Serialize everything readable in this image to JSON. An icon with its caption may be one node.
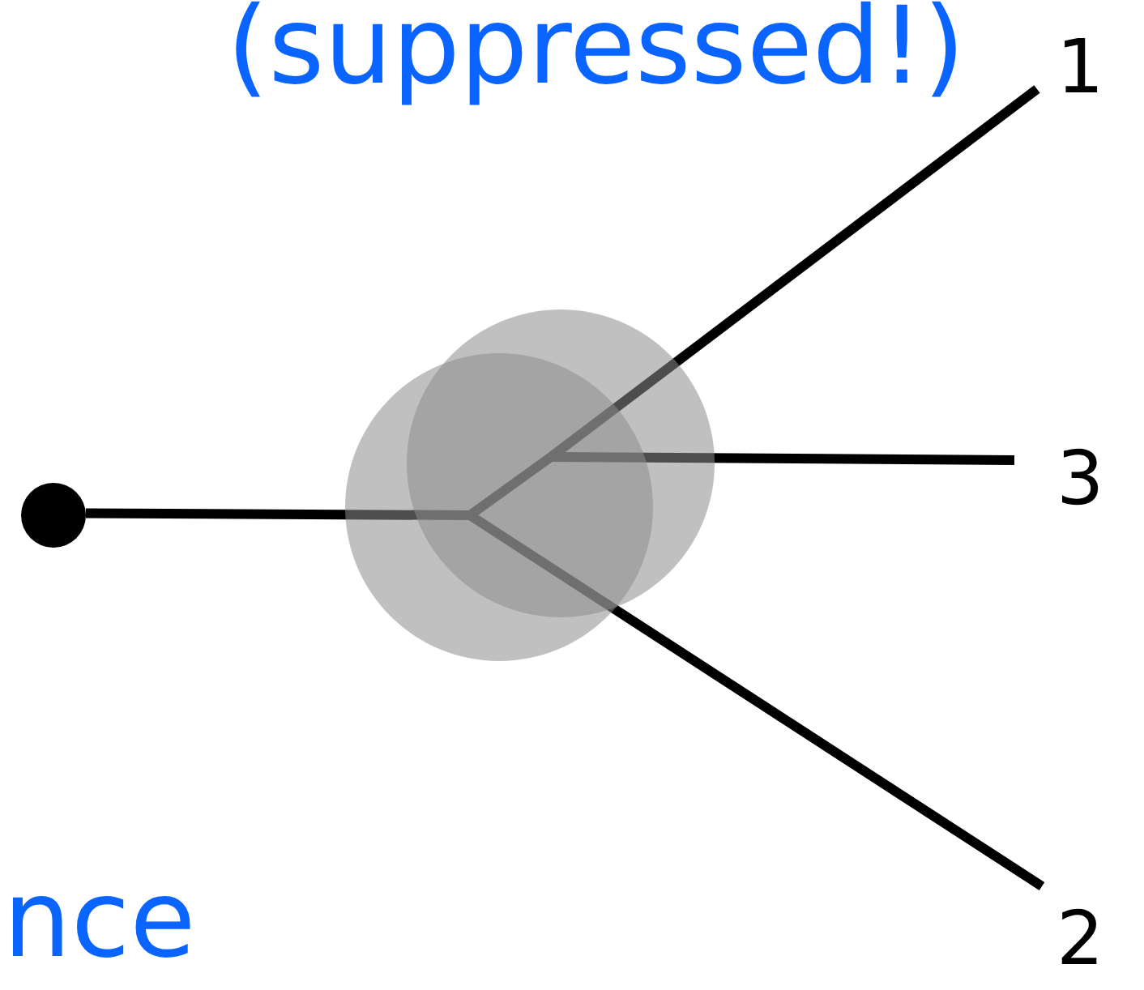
{
  "diagram": {
    "nodes": [
      {
        "text": [],
        "shape": "circle"
      },
      {
        "text": [],
        "shape": "circle"
      },
      {
        "text": [
          "1"
        ]
      },
      {
        "text": [
          "3"
        ]
      },
      {
        "text": [
          "2"
        ]
      }
    ],
    "edges": [
      {
        "from": 0,
        "to": 1,
        "arrow": "none"
      },
      {
        "from": 1,
        "to": 2,
        "arrow": "none"
      },
      {
        "from": 1,
        "to": 3,
        "arrow": "none"
      },
      {
        "from": 1,
        "to": 4,
        "arrow": "none"
      }
    ],
    "labels": [
      "(suppressed!)",
      "nce"
    ]
  }
}
